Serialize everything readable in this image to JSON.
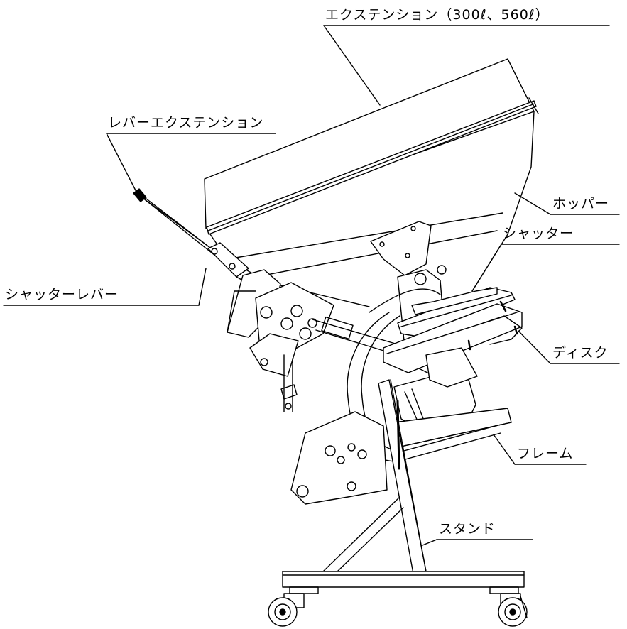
{
  "labels": {
    "extension": "エクステンション（300ℓ、560ℓ）",
    "lever_extension": "レバーエクステンション",
    "hopper": "ホッパー",
    "shutter": "シャッター",
    "shutter_lever": "シャッターレバー",
    "disk": "ディスク",
    "frame": "フレーム",
    "stand": "スタンド"
  },
  "colors": {
    "line": "#000000",
    "background": "#ffffff"
  }
}
